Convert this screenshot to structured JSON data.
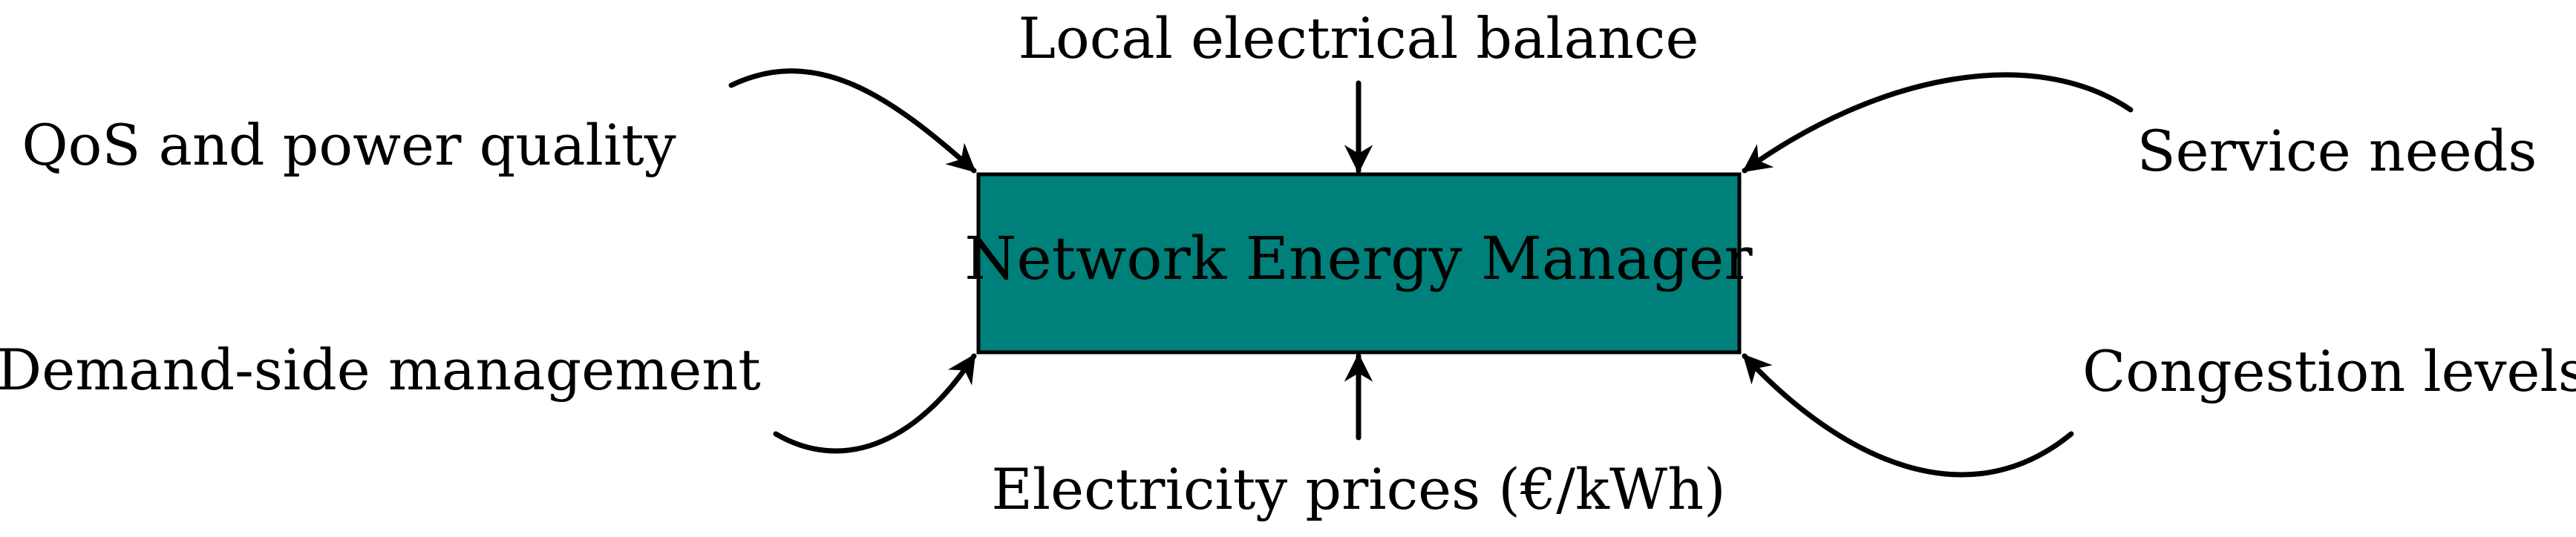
{
  "center": {
    "label": "Network Energy Manager",
    "fill_color": "#00807a",
    "border_color": "#000000"
  },
  "inputs": {
    "top": "Local electrical balance",
    "bottom": "Electricity prices (€/kWh)",
    "top_left": "QoS and power quality",
    "bottom_left": "Demand-side management",
    "top_right": "Service needs",
    "bottom_right": "Congestion levels"
  }
}
